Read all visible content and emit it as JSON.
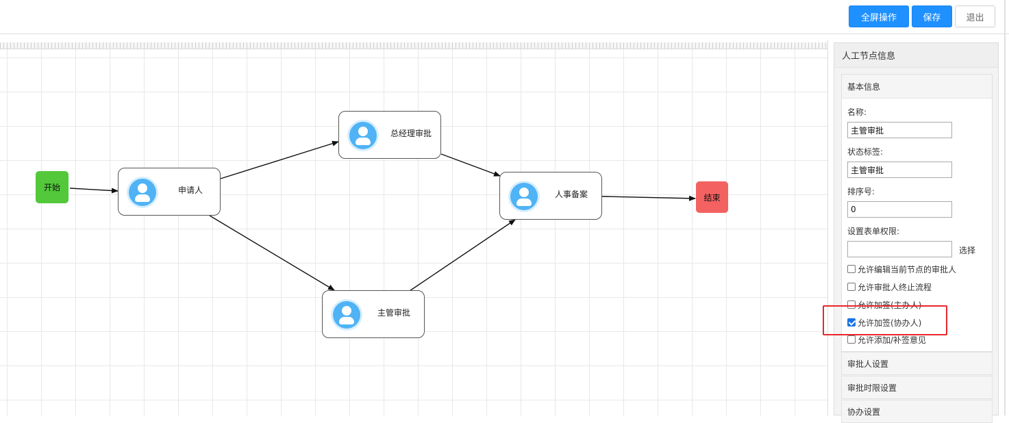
{
  "toolbar": {
    "fullscreen_label": "全屏操作",
    "save_label": "保存",
    "exit_label": "退出"
  },
  "flow": {
    "start": "开始",
    "end": "结束",
    "nodes": {
      "applicant": "申请人",
      "gm_approval": "总经理审批",
      "supervisor_approval": "主管审批",
      "hr_record": "人事备案"
    }
  },
  "panel": {
    "title": "人工节点信息",
    "basic_section": "基本信息",
    "name_label": "名称:",
    "name_value": "主管审批",
    "status_label": "状态标签:",
    "status_value": "主管审批",
    "order_label": "排序号:",
    "order_value": "0",
    "form_perm_label": "设置表单权限:",
    "form_perm_value": "",
    "select_label": "选择",
    "checkboxes": [
      {
        "label": "允许编辑当前节点的审批人",
        "checked": false
      },
      {
        "label": "允许审批人终止流程",
        "checked": false
      },
      {
        "label": "允许加签(主办人)",
        "checked": false
      },
      {
        "label": "允许加签(协办人)",
        "checked": true
      },
      {
        "label": "允许添加/补签意见",
        "checked": false
      }
    ],
    "approver_settings": "审批人设置",
    "time_limit_settings": "审批时限设置",
    "assist_settings": "协办设置"
  },
  "colors": {
    "primary": "#1e90ff",
    "start_node": "#52c83a",
    "end_node": "#f36161",
    "highlight": "#e8262a",
    "avatar": "#4fb3f6"
  }
}
